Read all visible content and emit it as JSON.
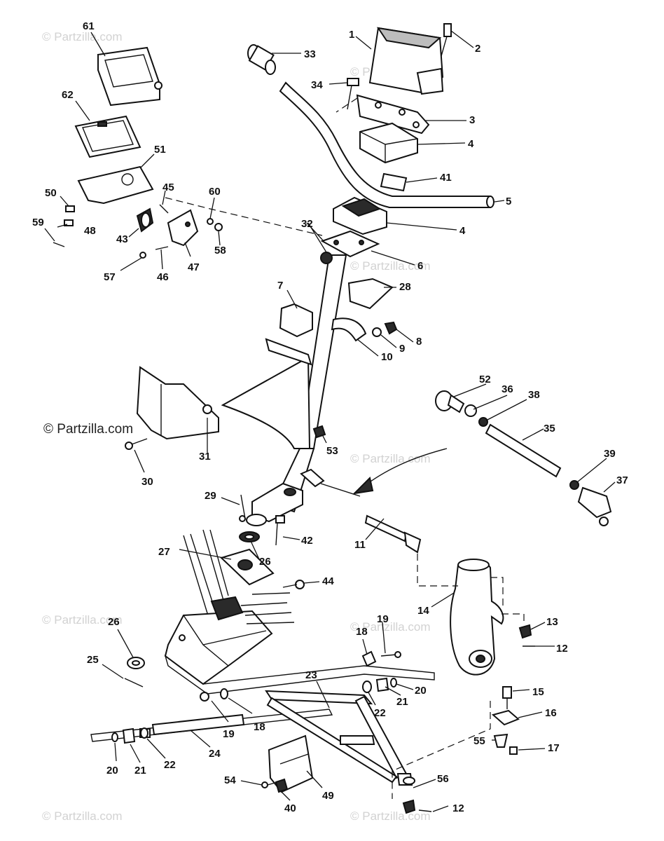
{
  "copyright": "© Partzilla.com",
  "watermark_text": "© Partzilla.com",
  "callouts": {
    "n1": "1",
    "n2": "2",
    "n3": "3",
    "n4a": "4",
    "n4b": "4",
    "n5": "5",
    "n6": "6",
    "n7": "7",
    "n8": "8",
    "n9": "9",
    "n10": "10",
    "n11": "11",
    "n12a": "12",
    "n12b": "12",
    "n13": "13",
    "n14": "14",
    "n15": "15",
    "n16": "16",
    "n17": "17",
    "n18a": "18",
    "n18b": "18",
    "n19a": "19",
    "n19b": "19",
    "n20a": "20",
    "n20b": "20",
    "n21a": "21",
    "n21b": "21",
    "n22a": "22",
    "n22b": "22",
    "n23": "23",
    "n24": "24",
    "n25": "25",
    "n26a": "26",
    "n26b": "26",
    "n27": "27",
    "n28": "28",
    "n29": "29",
    "n30": "30",
    "n31": "31",
    "n32": "32",
    "n33": "33",
    "n34": "34",
    "n35": "35",
    "n36": "36",
    "n37": "37",
    "n38": "38",
    "n39": "39",
    "n40": "40",
    "n41": "41",
    "n42": "42",
    "n43": "43",
    "n44": "44",
    "n45": "45",
    "n46": "46",
    "n47": "47",
    "n48": "48",
    "n49": "49",
    "n50": "50",
    "n51": "51",
    "n52": "52",
    "n53": "53",
    "n54": "54",
    "n55": "55",
    "n56": "56",
    "n57": "57",
    "n58": "58",
    "n59": "59",
    "n60": "60",
    "n61": "61",
    "n62": "62"
  },
  "colors": {
    "ink": "#111111",
    "watermark": "#d2d2d2",
    "background": "#ffffff"
  }
}
